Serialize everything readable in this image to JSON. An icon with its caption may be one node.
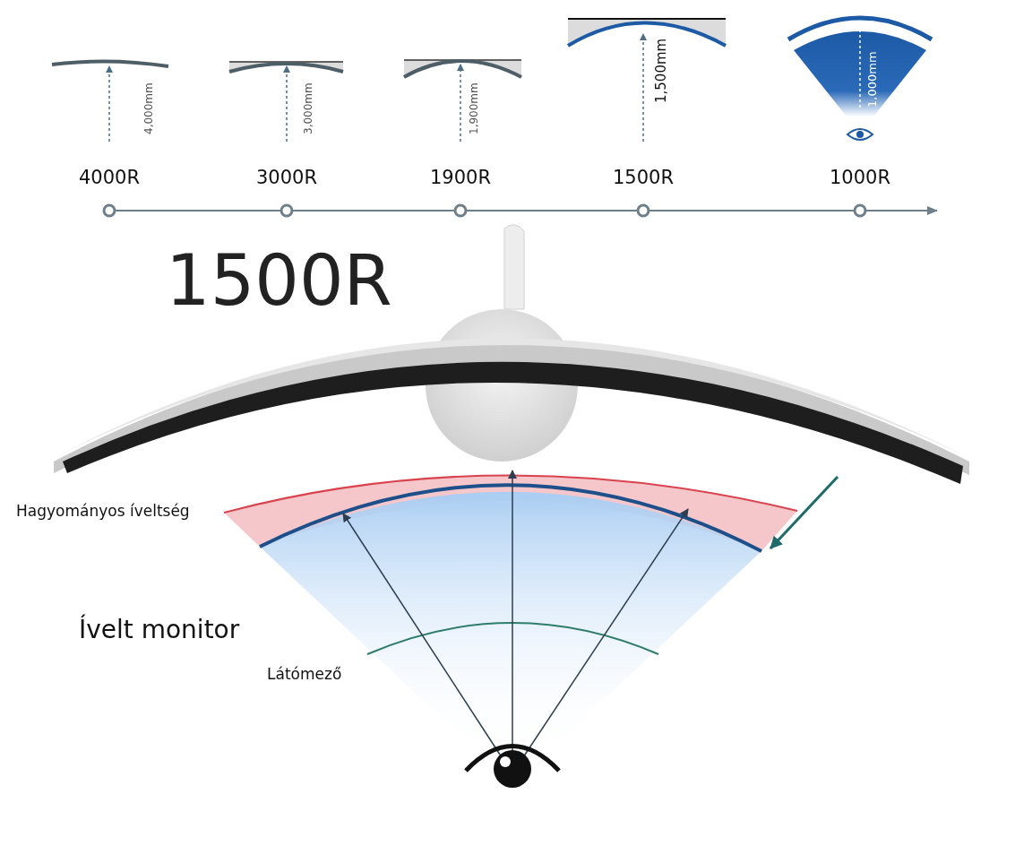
{
  "diagram": {
    "title": "1500R",
    "labels": [
      "4,000mm",
      "3,000mm",
      "1,900mm",
      "1,500mm",
      "1,000mm",
      "4000R",
      "3000R",
      "1900R",
      "1500R",
      "1000R",
      "Hagyományos íveltség",
      "Ívelt monitor",
      "Látómező"
    ]
  }
}
